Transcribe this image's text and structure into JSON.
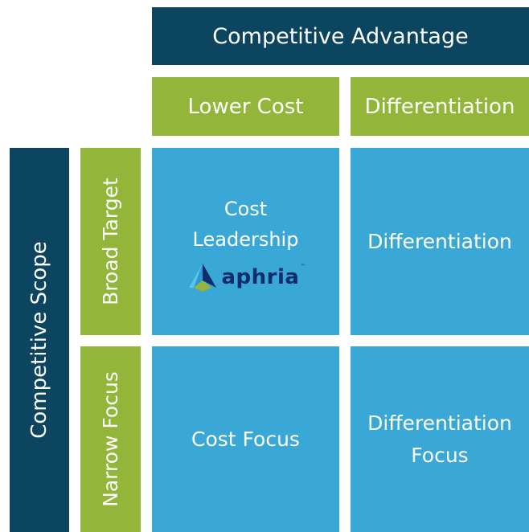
{
  "header": {
    "competitive_advantage": "Competitive Advantage",
    "lower_cost": "Lower Cost",
    "differentiation": "Differentiation"
  },
  "side": {
    "competitive_scope": "Competitive Scope",
    "broad_target": "Broad Target",
    "narrow_focus": "Narrow Focus"
  },
  "cells": {
    "cost_leadership_line1": "Cost",
    "cost_leadership_line2": "Leadership",
    "differentiation": "Differentiation",
    "cost_focus": "Cost Focus",
    "differentiation_focus_line1": "Differentiation",
    "differentiation_focus_line2": "Focus"
  },
  "logo": {
    "wordmark": "aphria",
    "trademark": "™",
    "icon": "aphria-leaf-icon"
  },
  "colors": {
    "navy": "#0c4560",
    "green": "#93b539",
    "blue": "#3aa8d6",
    "logo_navy": "#0d2d6b"
  }
}
